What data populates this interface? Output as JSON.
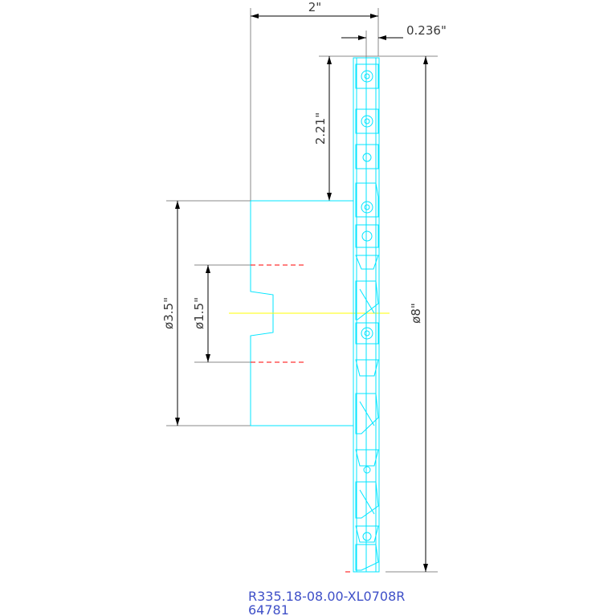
{
  "drawing": {
    "part_number": "R335.18-08.00-XL0708R",
    "drawing_number": "64781",
    "dimensions": {
      "width": "2\"",
      "insert_width": "0.236\"",
      "offset": "2.21\"",
      "hub_diameter": "ø3.5\"",
      "bore_diameter": "ø1.5\"",
      "cutter_diameter": "ø8\""
    },
    "colors": {
      "outline": "#00e5ff",
      "dimension": "#000000",
      "extension": "#888888",
      "centerline": "#ffff00",
      "hidden": "#ff0000",
      "title": "#3f50c8"
    }
  }
}
